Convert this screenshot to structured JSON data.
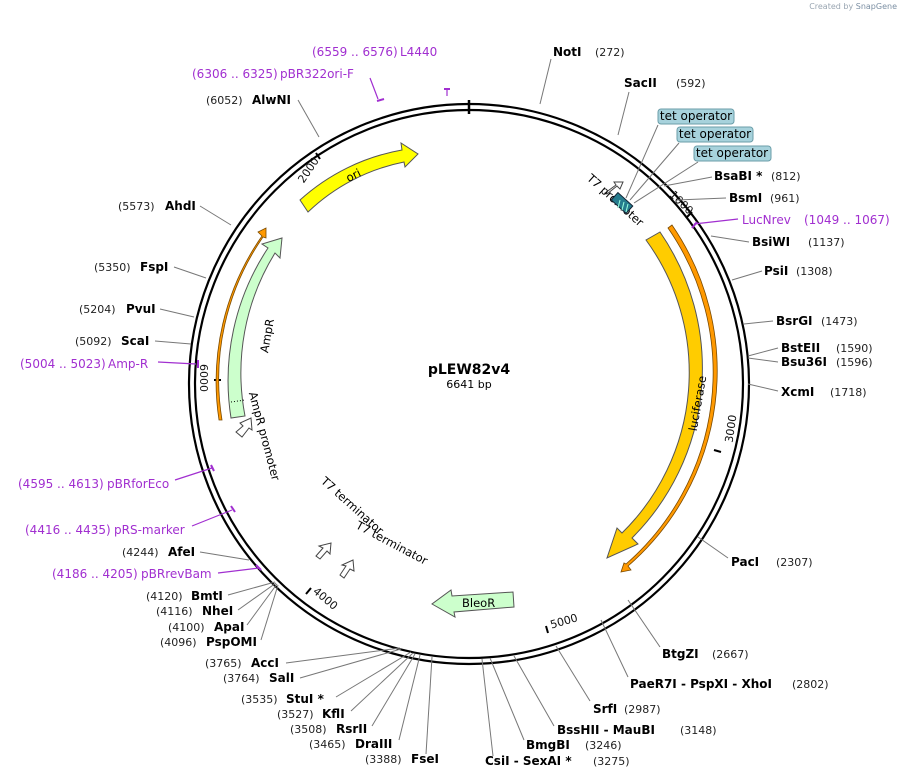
{
  "credit": {
    "prefix": "Created by",
    "brand": "SnapGene"
  },
  "plasmid": {
    "name": "pLEW82v4",
    "size_label": "6641 bp",
    "length": 6641
  },
  "ticks": [
    "1000",
    "2000",
    "3000",
    "4000",
    "5000",
    "6000"
  ],
  "features": [
    {
      "name": "ori",
      "color": "#ffff00"
    },
    {
      "name": "AmpR",
      "color": "#ccffcc"
    },
    {
      "name": "AmpR promoter"
    },
    {
      "name": "luciferase",
      "color": "#ffcc00"
    },
    {
      "name": "BleoR",
      "color": "#ccffcc"
    },
    {
      "name": "T7 promoter"
    },
    {
      "name": "T7 terminator"
    },
    {
      "name": "T7 terminator"
    }
  ],
  "tet_operators": [
    "tet operator",
    "tet operator",
    "tet operator"
  ],
  "enzymes_right": [
    {
      "name": "NotI",
      "pos": "(272)"
    },
    {
      "name": "SacII",
      "pos": "(592)"
    },
    {
      "name": "BsaBI *",
      "pos": "(812)"
    },
    {
      "name": "BsmI",
      "pos": "(961)"
    },
    {
      "name": "BsiWI",
      "pos": "(1137)"
    },
    {
      "name": "PsiI",
      "pos": "(1308)"
    },
    {
      "name": "BsrGI",
      "pos": "(1473)"
    },
    {
      "name": "BstEII",
      "pos": "(1590)"
    },
    {
      "name": "Bsu36I",
      "pos": "(1596)"
    },
    {
      "name": "XcmI",
      "pos": "(1718)"
    },
    {
      "name": "PacI",
      "pos": "(2307)"
    },
    {
      "name": "BtgZI",
      "pos": "(2667)"
    },
    {
      "name": "PaeR7I - PspXI - XhoI",
      "pos": "(2802)"
    },
    {
      "name": "SrfI",
      "pos": "(2987)"
    },
    {
      "name": "BssHII - MauBI",
      "pos": "(3148)"
    },
    {
      "name": "BmgBI",
      "pos": "(3246)"
    },
    {
      "name": "CsiI - SexAI *",
      "pos": "(3275)"
    }
  ],
  "enzymes_left": [
    {
      "name": "AlwNI",
      "pos": "(6052)"
    },
    {
      "name": "AhdI",
      "pos": "(5573)"
    },
    {
      "name": "FspI",
      "pos": "(5350)"
    },
    {
      "name": "PvuI",
      "pos": "(5204)"
    },
    {
      "name": "ScaI",
      "pos": "(5092)"
    },
    {
      "name": "AfeI",
      "pos": "(4244)"
    },
    {
      "name": "BmtI",
      "pos": "(4120)"
    },
    {
      "name": "NheI",
      "pos": "(4116)"
    },
    {
      "name": "ApaI",
      "pos": "(4100)"
    },
    {
      "name": "PspOMI",
      "pos": "(4096)"
    },
    {
      "name": "AccI",
      "pos": "(3765)"
    },
    {
      "name": "SalI",
      "pos": "(3764)"
    },
    {
      "name": "StuI *",
      "pos": "(3535)"
    },
    {
      "name": "KflI",
      "pos": "(3527)"
    },
    {
      "name": "RsrII",
      "pos": "(3508)"
    },
    {
      "name": "DraIII",
      "pos": "(3465)"
    },
    {
      "name": "FseI",
      "pos": "(3388)"
    }
  ],
  "primers": [
    {
      "name": "L4440",
      "pos": "(6559 .. 6576)"
    },
    {
      "name": "pBR322ori-F",
      "pos": "(6306 .. 6325)"
    },
    {
      "name": "LucNrev",
      "pos": "(1049 .. 1067)"
    },
    {
      "name": "Amp-R",
      "pos": "(5004 .. 5023)"
    },
    {
      "name": "pBRforEco",
      "pos": "(4595 .. 4613)"
    },
    {
      "name": "pRS-marker",
      "pos": "(4416 .. 4435)"
    },
    {
      "name": "pBRrevBam",
      "pos": "(4186 .. 4205)"
    }
  ]
}
